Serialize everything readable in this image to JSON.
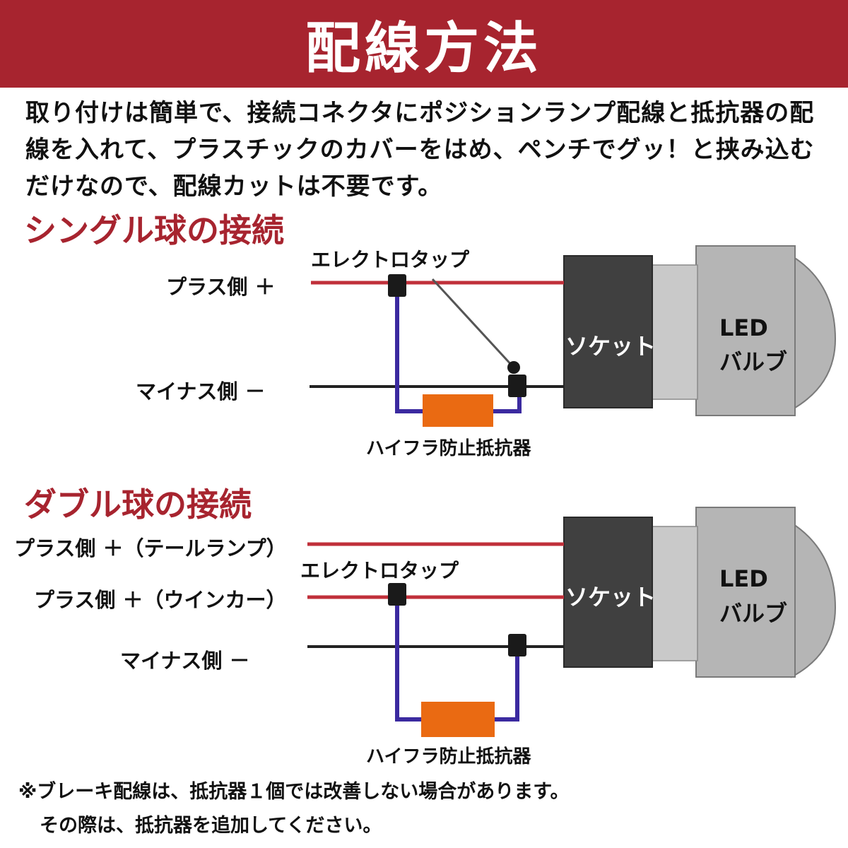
{
  "header": {
    "title": "配線方法"
  },
  "intro": {
    "lines": [
      "取り付けは簡単で、接続コネクタにポジションランプ配線と抵抗器の配",
      "線を入れて、プラスチックのカバーをはめ、ペンチでグッ！と挟み込む",
      "だけなので、配線カットは不要です。"
    ]
  },
  "single": {
    "title": "シングル球の接続",
    "plus_label": "プラス側 ＋",
    "minus_label": "マイナス側 －",
    "tap_label": "エレクトロタップ",
    "resistor_label": "ハイフラ防止抵抗器",
    "socket_label": "ソケット",
    "bulb_label_1": "LED",
    "bulb_label_2": "バルブ"
  },
  "double": {
    "title": "ダブル球の接続",
    "plus_tail_label": "プラス側 ＋（テールランプ）",
    "plus_winker_label": "プラス側 ＋（ウインカー）",
    "minus_label": "マイナス側 －",
    "tap_label": "エレクトロタップ",
    "resistor_label": "ハイフラ防止抵抗器",
    "socket_label": "ソケット",
    "bulb_label_1": "LED",
    "bulb_label_2": "バルブ"
  },
  "notes": {
    "line1": "※ブレーキ配線は、抵抗器１個では改善しない場合があります。",
    "line2": "その際は、抵抗器を追加してください。"
  },
  "colors": {
    "header_bg": "#a7242f",
    "title_red": "#a7242f",
    "wire_red": "#c0303a",
    "wire_black": "#222222",
    "wire_purple": "#3b2aa0",
    "resistor": "#ea6a12",
    "socket": "#404040",
    "bulb": "#b5b5b5"
  }
}
